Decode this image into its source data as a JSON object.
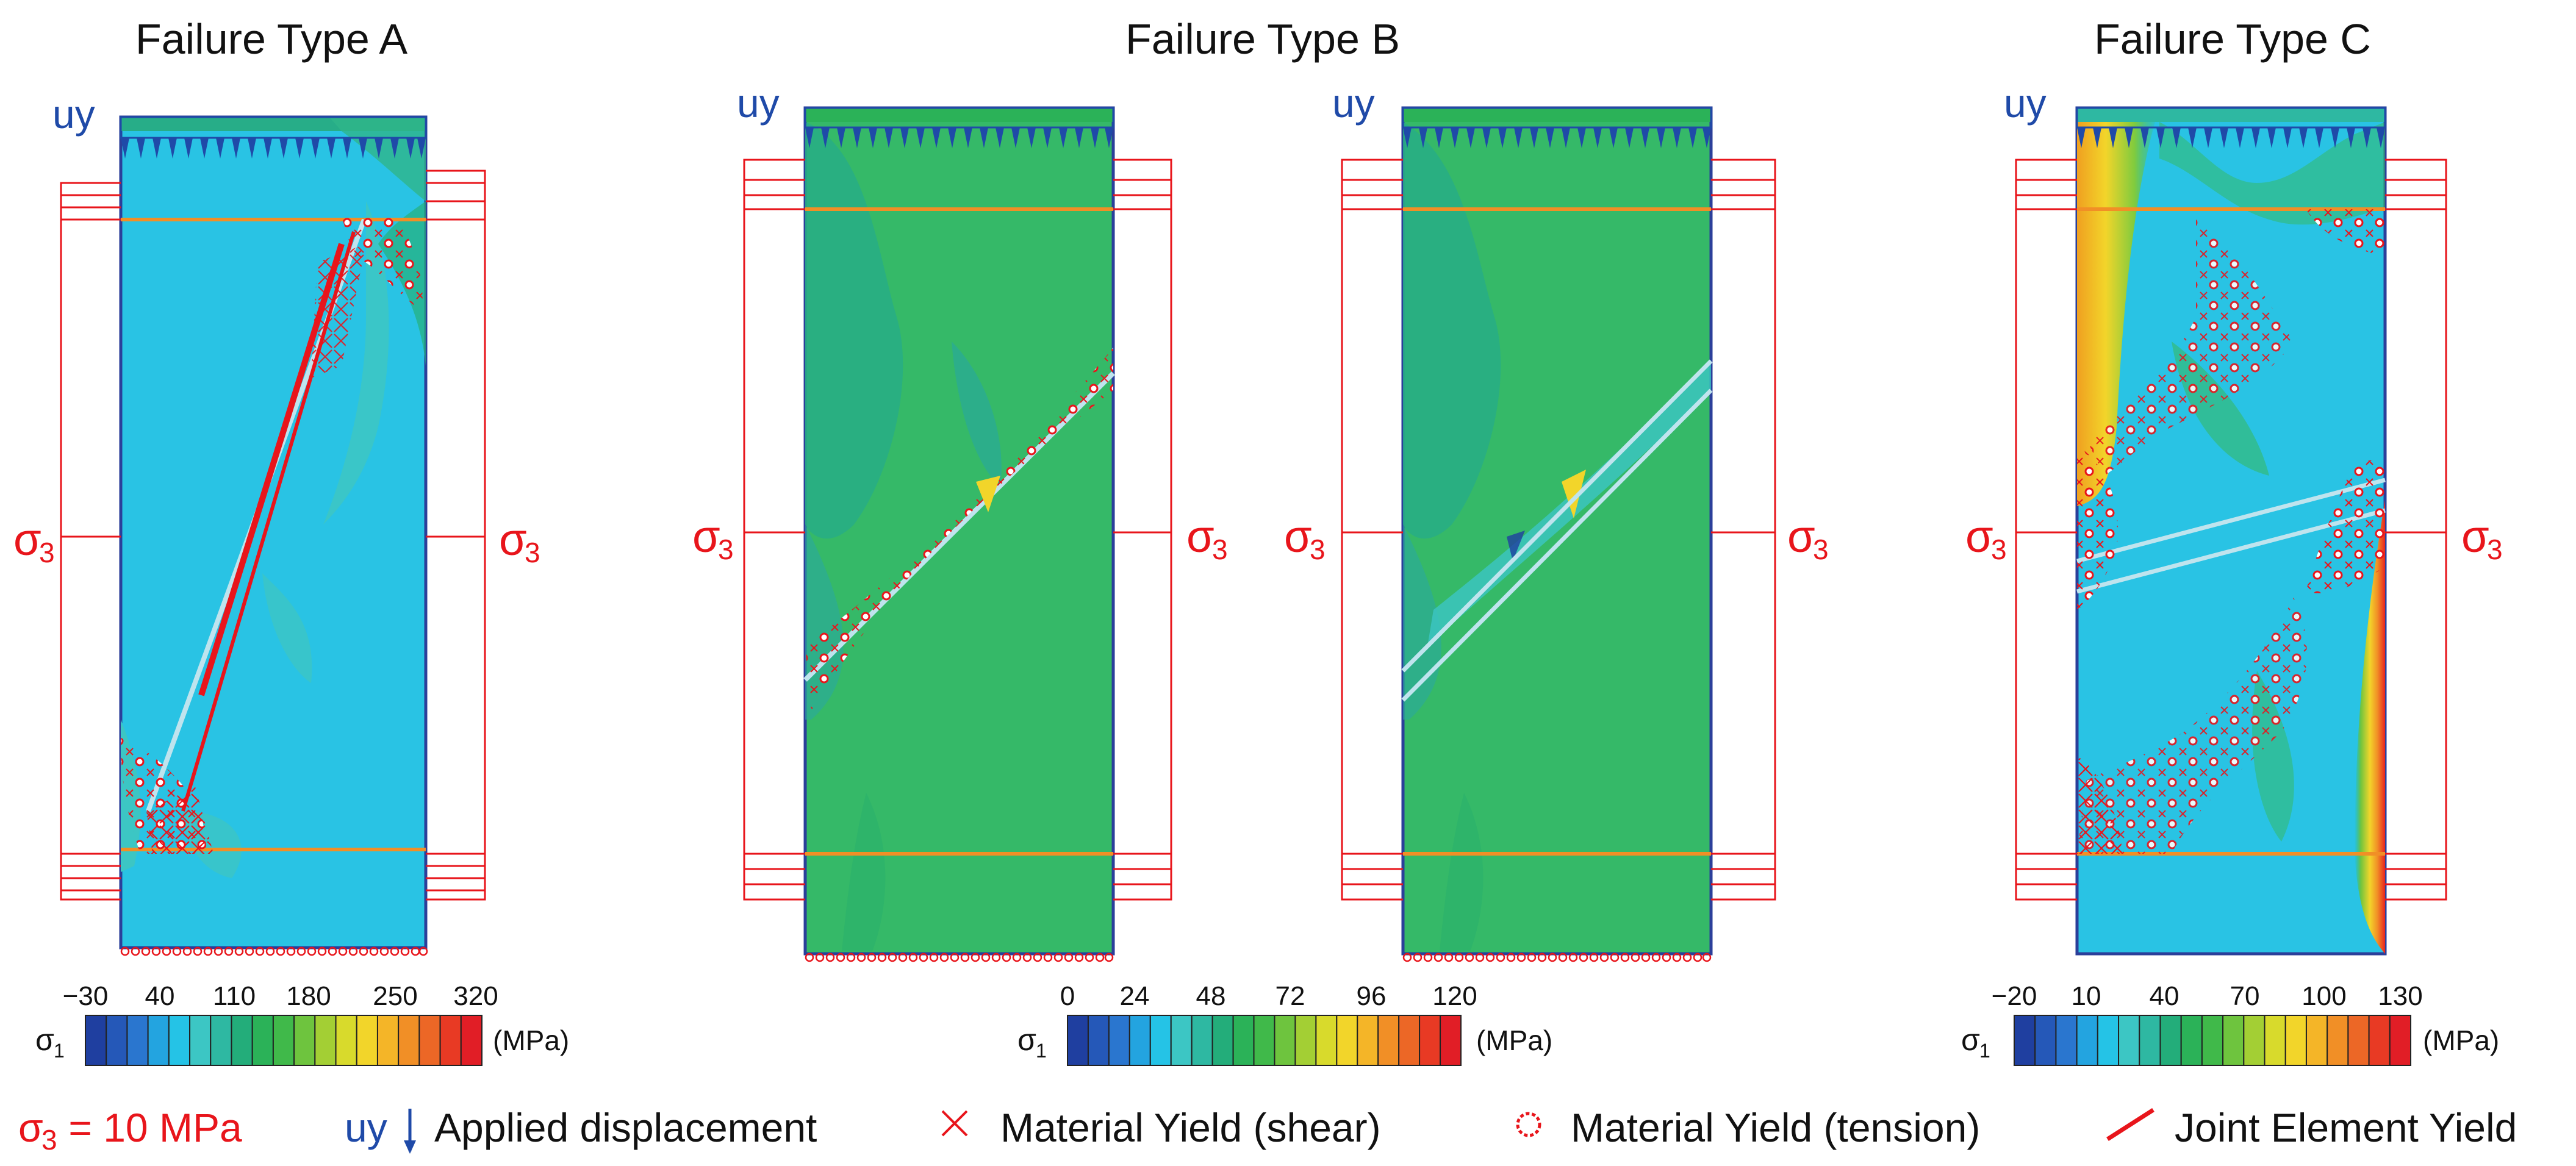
{
  "titles": {
    "a": "Failure Type A",
    "b": "Failure Type B",
    "c": "Failure Type C"
  },
  "labels": {
    "uy": "uy",
    "sigma": "σ",
    "sigma3_sub": "3",
    "sigma1_sub": "1"
  },
  "colorbars": {
    "a": {
      "ticks": [
        "−30",
        "40",
        "110",
        "180",
        "250",
        "320"
      ],
      "unit": "(MPa)"
    },
    "b": {
      "ticks": [
        "0",
        "24",
        "48",
        "72",
        "96",
        "120"
      ],
      "unit": "(MPa)"
    },
    "c": {
      "ticks": [
        "−20",
        "10",
        "40",
        "70",
        "100",
        "130"
      ],
      "unit": "(MPa)"
    }
  },
  "legend": {
    "sigma3_value": "σ",
    "sigma3_sub": "3",
    "sigma3_rest": " = 10 MPa",
    "uy": "uy",
    "applied_displacement": "Applied displacement",
    "material_yield_shear": "Material Yield (shear)",
    "material_yield_tension": "Material Yield (tension)",
    "joint_element_yield": "Joint Element Yield"
  },
  "colors": {
    "red": "#e8151b",
    "blue": "#1f4aa8",
    "colormap": [
      "#1f3fa0",
      "#2558b8",
      "#2a76cf",
      "#23a4e0",
      "#25c3e6",
      "#3cc6c4",
      "#2eb8a2",
      "#23ad7a",
      "#2bb258",
      "#40b94a",
      "#6ec43e",
      "#a3cf34",
      "#d8da2c",
      "#f2d52a",
      "#f4b528",
      "#f18f26",
      "#ec6726",
      "#e83a24",
      "#e11e26"
    ]
  }
}
